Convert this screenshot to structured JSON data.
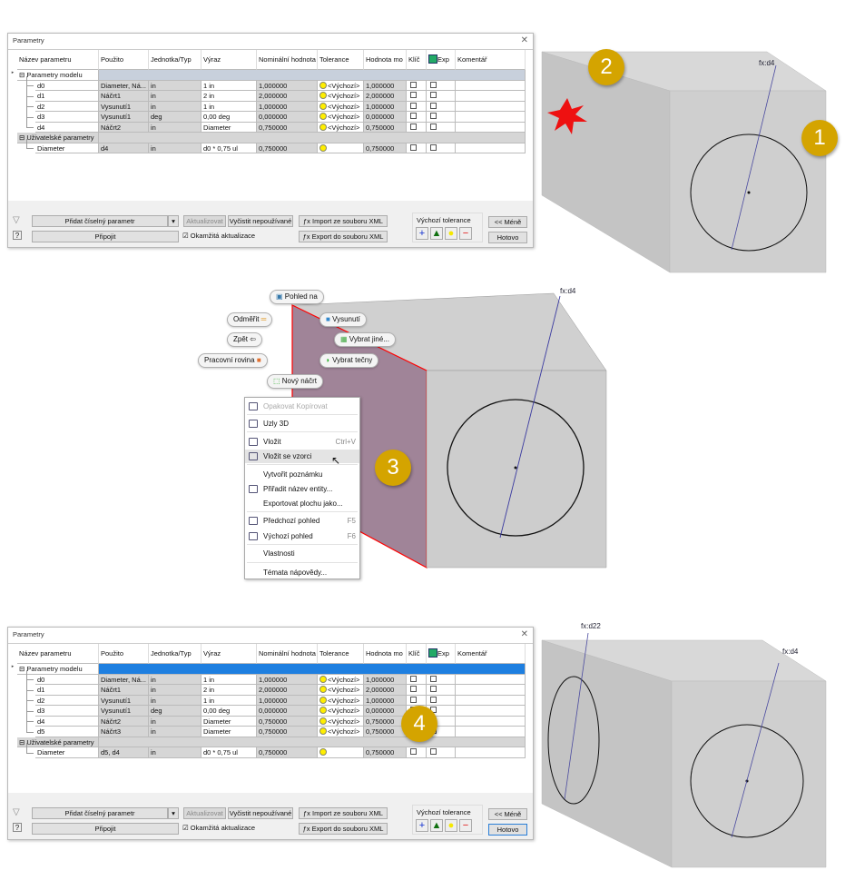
{
  "columns": [
    "Název parametru",
    "Použito",
    "Jednotka/Typ",
    "Výraz",
    "Nominální hodnota",
    "Tolerance",
    "Hodnota mo",
    "Klíč",
    "Exp",
    "Komentář"
  ],
  "dialog_top": {
    "title": "Parametry",
    "groups": [
      {
        "label": "Parametry modelu",
        "rows": [
          [
            "d0",
            "Diameter, Ná...",
            "in",
            "1 in",
            "1,000000",
            "<Výchozí>",
            "1,000000"
          ],
          [
            "d1",
            "Náčrt1",
            "in",
            "2 in",
            "2,000000",
            "<Výchozí>",
            "2,000000"
          ],
          [
            "d2",
            "Vysunutí1",
            "in",
            "1 in",
            "1,000000",
            "<Výchozí>",
            "1,000000"
          ],
          [
            "d3",
            "Vysunutí1",
            "deg",
            "0,00 deg",
            "0,000000",
            "<Výchozí>",
            "0,000000"
          ],
          [
            "d4",
            "Náčrt2",
            "in",
            "Diameter",
            "0,750000",
            "<Výchozí>",
            "0,750000"
          ]
        ]
      },
      {
        "label": "Uživatelské parametry",
        "rows": [
          [
            "Diameter",
            "d4",
            "in",
            "d0 * 0,75 ul",
            "0,750000",
            "",
            "0,750000"
          ]
        ]
      }
    ]
  },
  "dialog_bottom": {
    "title": "Parametry",
    "groups": [
      {
        "label": "Parametry modelu",
        "rows": [
          [
            "d0",
            "Diameter, Ná...",
            "in",
            "1 in",
            "1,000000",
            "<Výchozí>",
            "1,000000"
          ],
          [
            "d1",
            "Náčrt1",
            "in",
            "2 in",
            "2,000000",
            "<Výchozí>",
            "2,000000"
          ],
          [
            "d2",
            "Vysunutí1",
            "in",
            "1 in",
            "1,000000",
            "<Výchozí>",
            "1,000000"
          ],
          [
            "d3",
            "Vysunutí1",
            "deg",
            "0,00 deg",
            "0,000000",
            "<Výchozí>",
            "0,000000"
          ],
          [
            "d4",
            "Náčrt2",
            "in",
            "Diameter",
            "0,750000",
            "<Výchozí>",
            "0,750000"
          ],
          [
            "d5",
            "Náčrt3",
            "in",
            "Diameter",
            "0,750000",
            "<Výchozí>",
            "0,750000"
          ]
        ]
      },
      {
        "label": "Uživatelské parametry",
        "rows": [
          [
            "Diameter",
            "d5, d4",
            "in",
            "d0 * 0,75 ul",
            "0,750000",
            "",
            "0,750000"
          ]
        ]
      }
    ]
  },
  "buttons": {
    "add": "Přidat číselný parametr",
    "update": "Aktualizovat",
    "purge": "Vyčistit nepoužívané",
    "import": "Import ze souboru XML",
    "export": "Export do souboru XML",
    "link": "Připojit",
    "immediate": "Okamžitá aktualizace",
    "tol_label": "Výchozí tolerance",
    "less": "<< Méně",
    "done": "Hotovo"
  },
  "minitoolbar": {
    "view": "Pohled na",
    "measure": "Odměřit",
    "back": "Zpět",
    "workplane": "Pracovní rovina",
    "extrude": "Vysunutí",
    "select_other": "Vybrat jiné...",
    "select_tangent": "Vybrat tečny",
    "new_sketch": "Nový náčrt"
  },
  "context_menu": [
    {
      "label": "Opakovat Kopírovat",
      "disabled": true
    },
    {
      "label": "Uzly 3D"
    },
    {
      "label": "Vložit",
      "shortcut": "Ctrl+V"
    },
    {
      "label": "Vložit se vzorci",
      "highlighted": true
    },
    {
      "label": "Vytvořit poznámku"
    },
    {
      "label": "Přiřadit název entity..."
    },
    {
      "label": "Exportovat plochu jako..."
    },
    {
      "label": "Předchozí pohled",
      "shortcut": "F5"
    },
    {
      "label": "Výchozí pohled",
      "shortcut": "F6"
    },
    {
      "label": "Vlastnosti"
    },
    {
      "label": "Témata nápovědy..."
    }
  ],
  "viewport": {
    "dim_top": "fx:d4",
    "dim_mid": "fx:d4",
    "dim_bottom_left": "fx:d22",
    "dim_bottom_right": "fx:d4"
  },
  "badges": [
    "1",
    "2",
    "3",
    "4"
  ],
  "colors": {
    "badge": "#d4a400",
    "selected_face": "#a08498",
    "highlight_edge": "#ff0000",
    "selection_blue": "#1e7fe0"
  }
}
